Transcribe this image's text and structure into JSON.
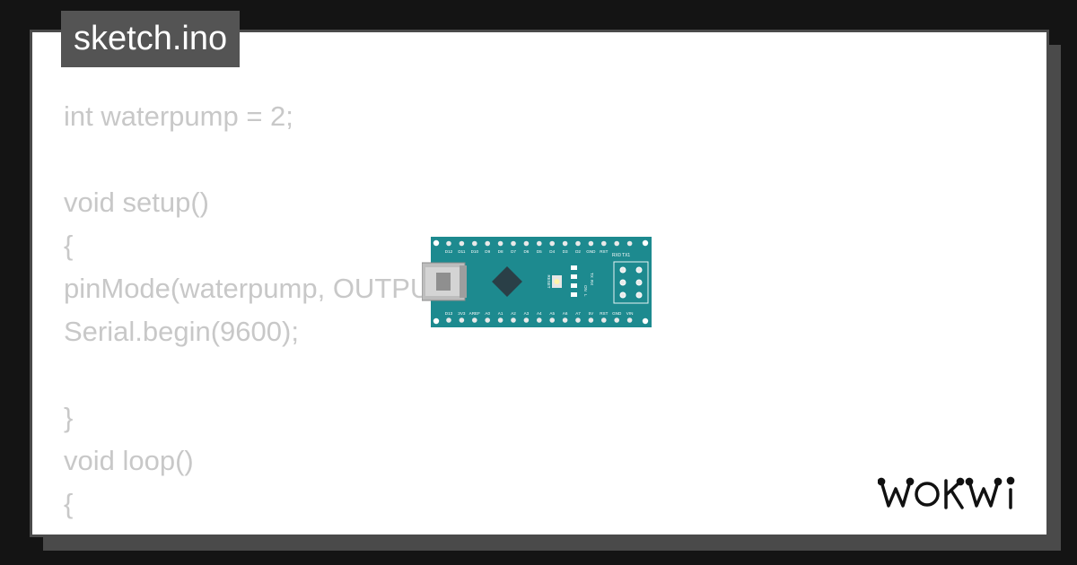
{
  "title": "sketch.ino",
  "code_lines": [
    "int waterpump = 2;",
    "",
    "void setup()",
    "{",
    "pinMode(waterpump, OUTPUT);",
    "Serial.begin(9600);",
    "",
    "}",
    "void loop()",
    "{"
  ],
  "board": {
    "top_pin_labels": [
      "D12",
      "D11",
      "D10",
      "D9",
      "D8",
      "D7",
      "D6",
      "D5",
      "D4",
      "D3",
      "D2",
      "GND",
      "RST"
    ],
    "bottom_pin_labels": [
      "D13",
      "3V3",
      "AREF",
      "A0",
      "A1",
      "A2",
      "A3",
      "A4",
      "A5",
      "A6",
      "A7",
      "5V",
      "RST",
      "GND",
      "VIN"
    ],
    "rx_tx_label": "RX0 TX1",
    "reset_label": "RESET",
    "led_labels": [
      "TX",
      "RX",
      "ON",
      "L"
    ],
    "board_color": "#1d8a8f"
  },
  "brand": "WOKWi"
}
